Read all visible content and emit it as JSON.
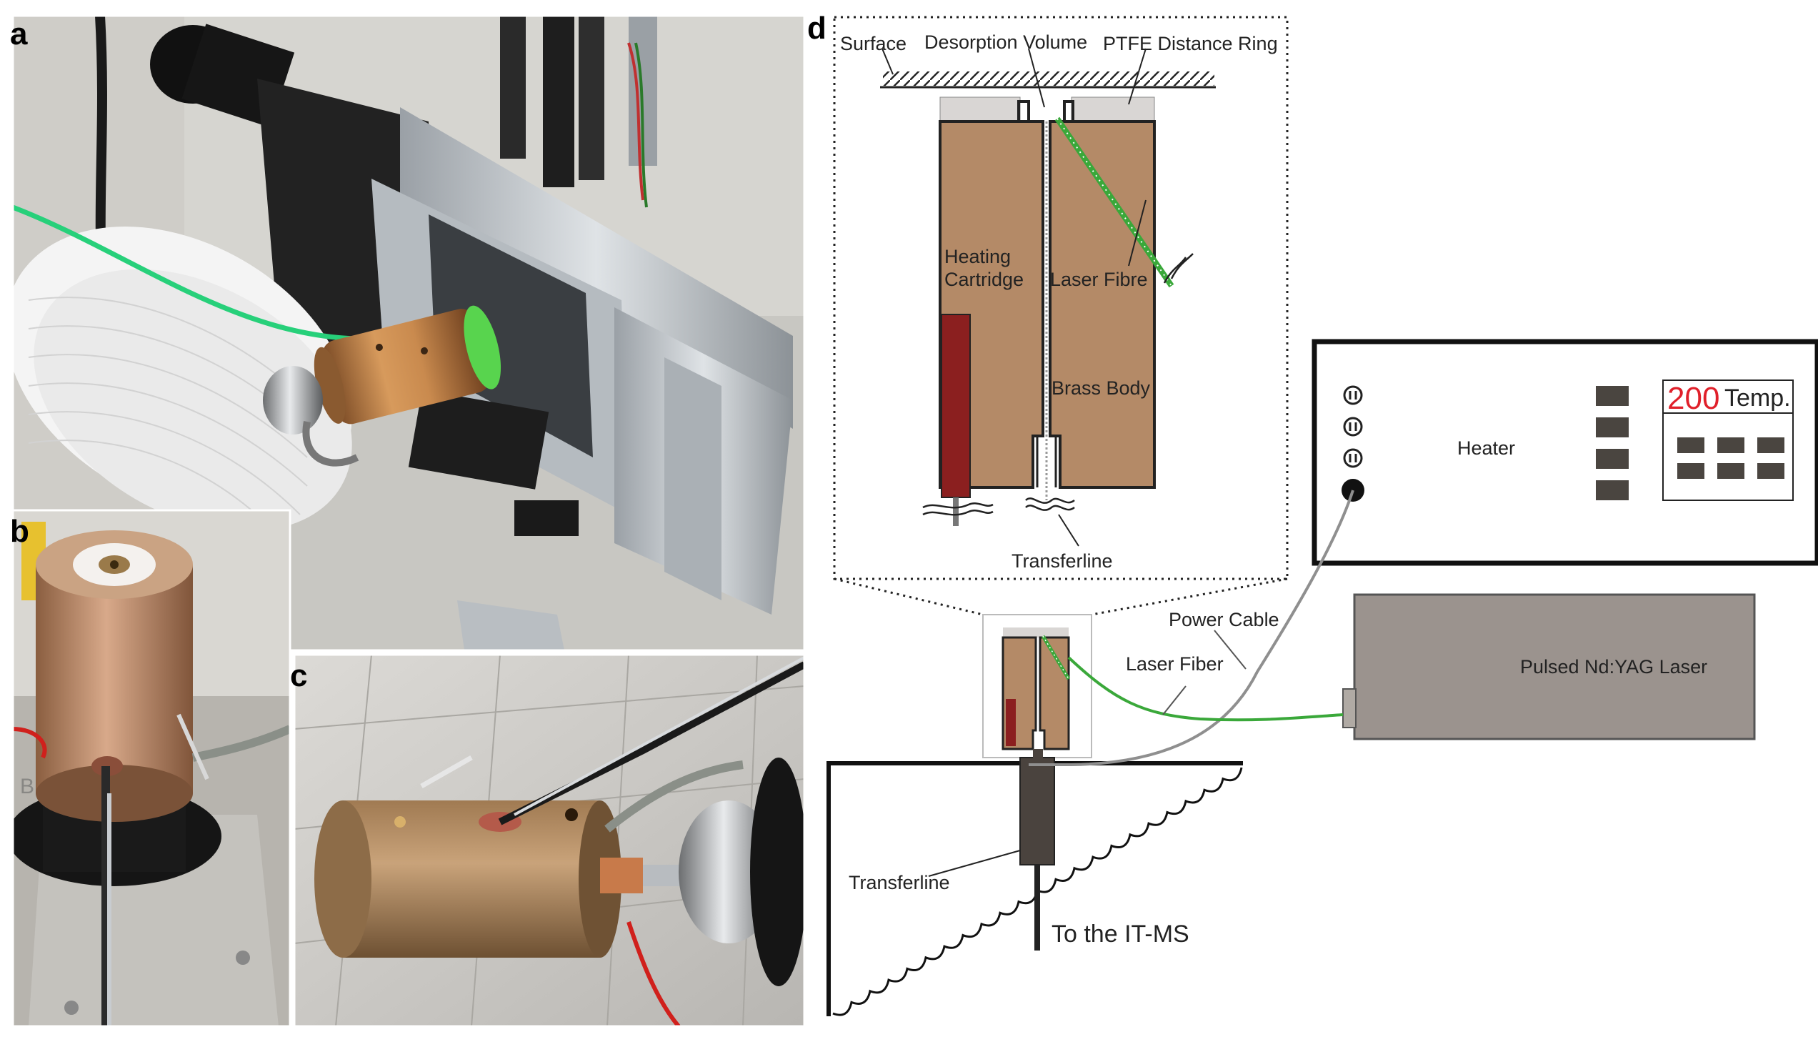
{
  "panels": {
    "a": "a",
    "b": "b",
    "c": "c",
    "d": "d"
  },
  "photo_b": {
    "stamp": "B"
  },
  "diagram": {
    "labels": {
      "surface": "Surface",
      "desorption_volume": "Desorption Volume",
      "ptfe_ring": "PTFE Distance Ring",
      "heating_cartridge_line1": "Heating",
      "heating_cartridge_line2": "Cartridge",
      "laser_fibre": "Laser Fibre",
      "brass_body": "Brass Body",
      "transferline_inset": "Transferline",
      "power_cable": "Power Cable",
      "laser_fiber": "Laser Fiber",
      "transferline_main": "Transferline",
      "to_it_ms": "To the IT-MS"
    },
    "heater": {
      "label": "Heater",
      "display_value": "200",
      "display_unit": "Temp."
    },
    "laser": {
      "label": "Pulsed Nd:YAG Laser"
    }
  },
  "colors": {
    "brass": "#b48a67",
    "heating_cartridge": "#8b1f1f",
    "ptfe": "#d9d6d4",
    "laser_green": "#3aa83a",
    "laser_box": "#9b938e",
    "display_red": "#e0202a",
    "button_dark": "#4a4540",
    "transferline_dark": "#4a433e"
  }
}
